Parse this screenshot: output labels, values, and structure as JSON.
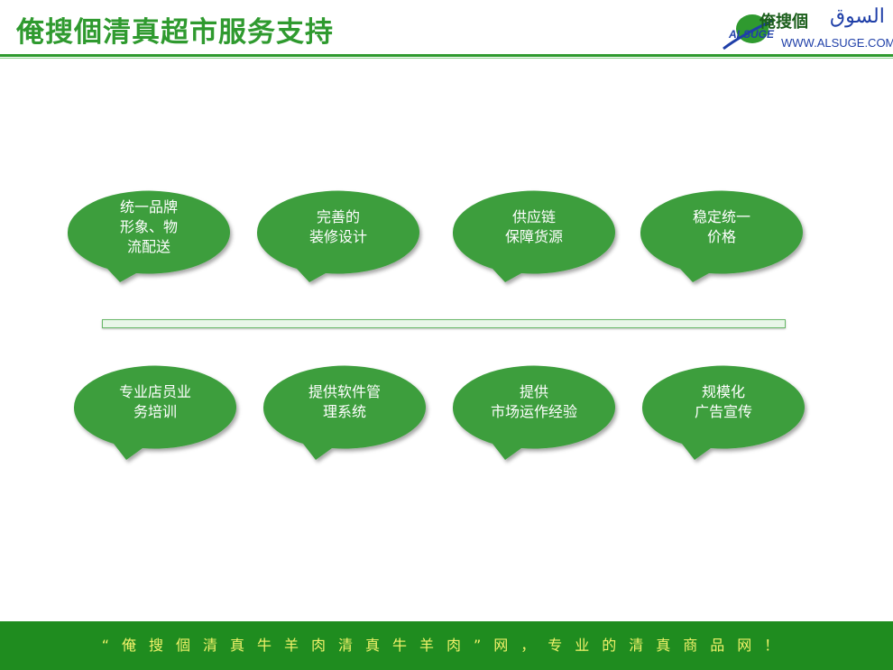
{
  "header": {
    "title": "俺搜個清真超市服务支持",
    "logo_name_cn": "俺搜個",
    "logo_name_ar": "السوق",
    "logo_url": "WWW.ALSUGE.COM",
    "logo_mark": "ALSUGE"
  },
  "bubbles_top": [
    {
      "lines": [
        "统一品牌",
        "形象、物",
        "流配送"
      ]
    },
    {
      "lines": [
        "完善的",
        "装修设计"
      ]
    },
    {
      "lines": [
        "供应链",
        "保障货源"
      ]
    },
    {
      "lines": [
        "稳定统一",
        "价格"
      ]
    }
  ],
  "bubbles_bottom": [
    {
      "lines": [
        "专业店员业",
        "务培训"
      ]
    },
    {
      "lines": [
        "提供软件管",
        "理系统"
      ]
    },
    {
      "lines": [
        "提供",
        "市场运作经验"
      ]
    },
    {
      "lines": [
        "规模化",
        "广告宣传"
      ]
    }
  ],
  "footer": {
    "text": "“俺搜個清真牛羊肉清真牛羊肉”网，专业的清真商品网！"
  },
  "colors": {
    "brand_green": "#2f9a2f",
    "bubble_green": "#3c9e3c",
    "footer_green": "#1f8c1f",
    "footer_text": "#f2f26a"
  }
}
